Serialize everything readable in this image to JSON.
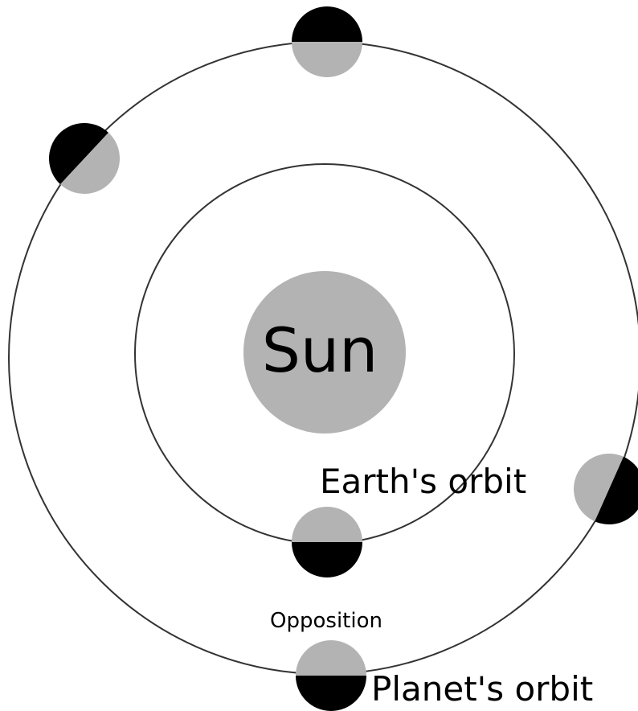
{
  "labels": {
    "sun": "Sun",
    "earth_orbit": "Earth's orbit",
    "planet_orbit": "Planet's orbit",
    "opposition": "Opposition"
  },
  "colors": {
    "background": "#ffffff",
    "sun_fill": "#b3b3b3",
    "orbit_stroke": "#333333",
    "lit_side": "#b3b3b3",
    "dark_side": "#000000"
  }
}
